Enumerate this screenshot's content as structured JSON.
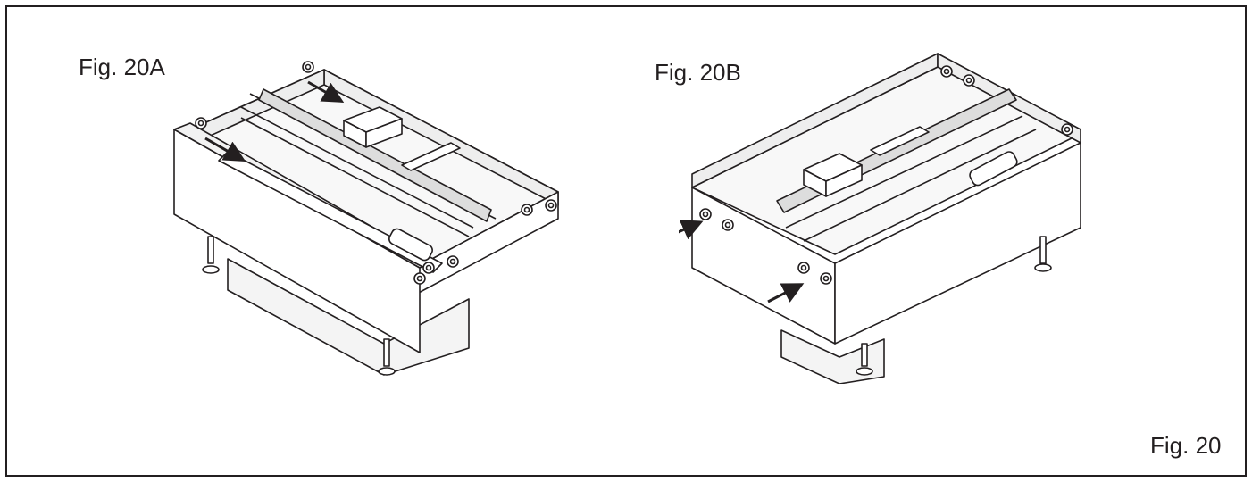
{
  "figure": {
    "label": "Fig. 20",
    "panels": [
      {
        "label": "Fig. 20A"
      },
      {
        "label": "Fig. 20B"
      }
    ]
  }
}
